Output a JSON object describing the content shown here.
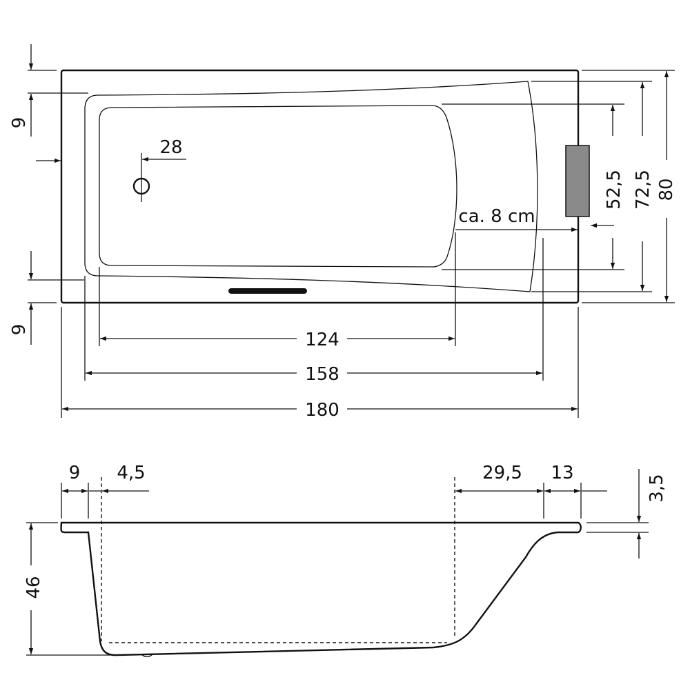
{
  "top_view": {
    "dim_overall_length": "180",
    "dim_inner_length": "158",
    "dim_floor_length": "124",
    "dim_overall_width": "80",
    "dim_inner_width": "72,5",
    "dim_floor_width": "52,5",
    "dim_rim_top": "9",
    "dim_rim_bottom": "9",
    "dim_drain": "28",
    "note_backrest": "ca. 8 cm"
  },
  "side_view": {
    "dim_rim_left": "9",
    "dim_wall_slope": "4,5",
    "dim_backrest_slope": "29,5",
    "dim_rim_right": "13",
    "dim_rim_thickness": "3,5",
    "dim_depth": "46"
  }
}
